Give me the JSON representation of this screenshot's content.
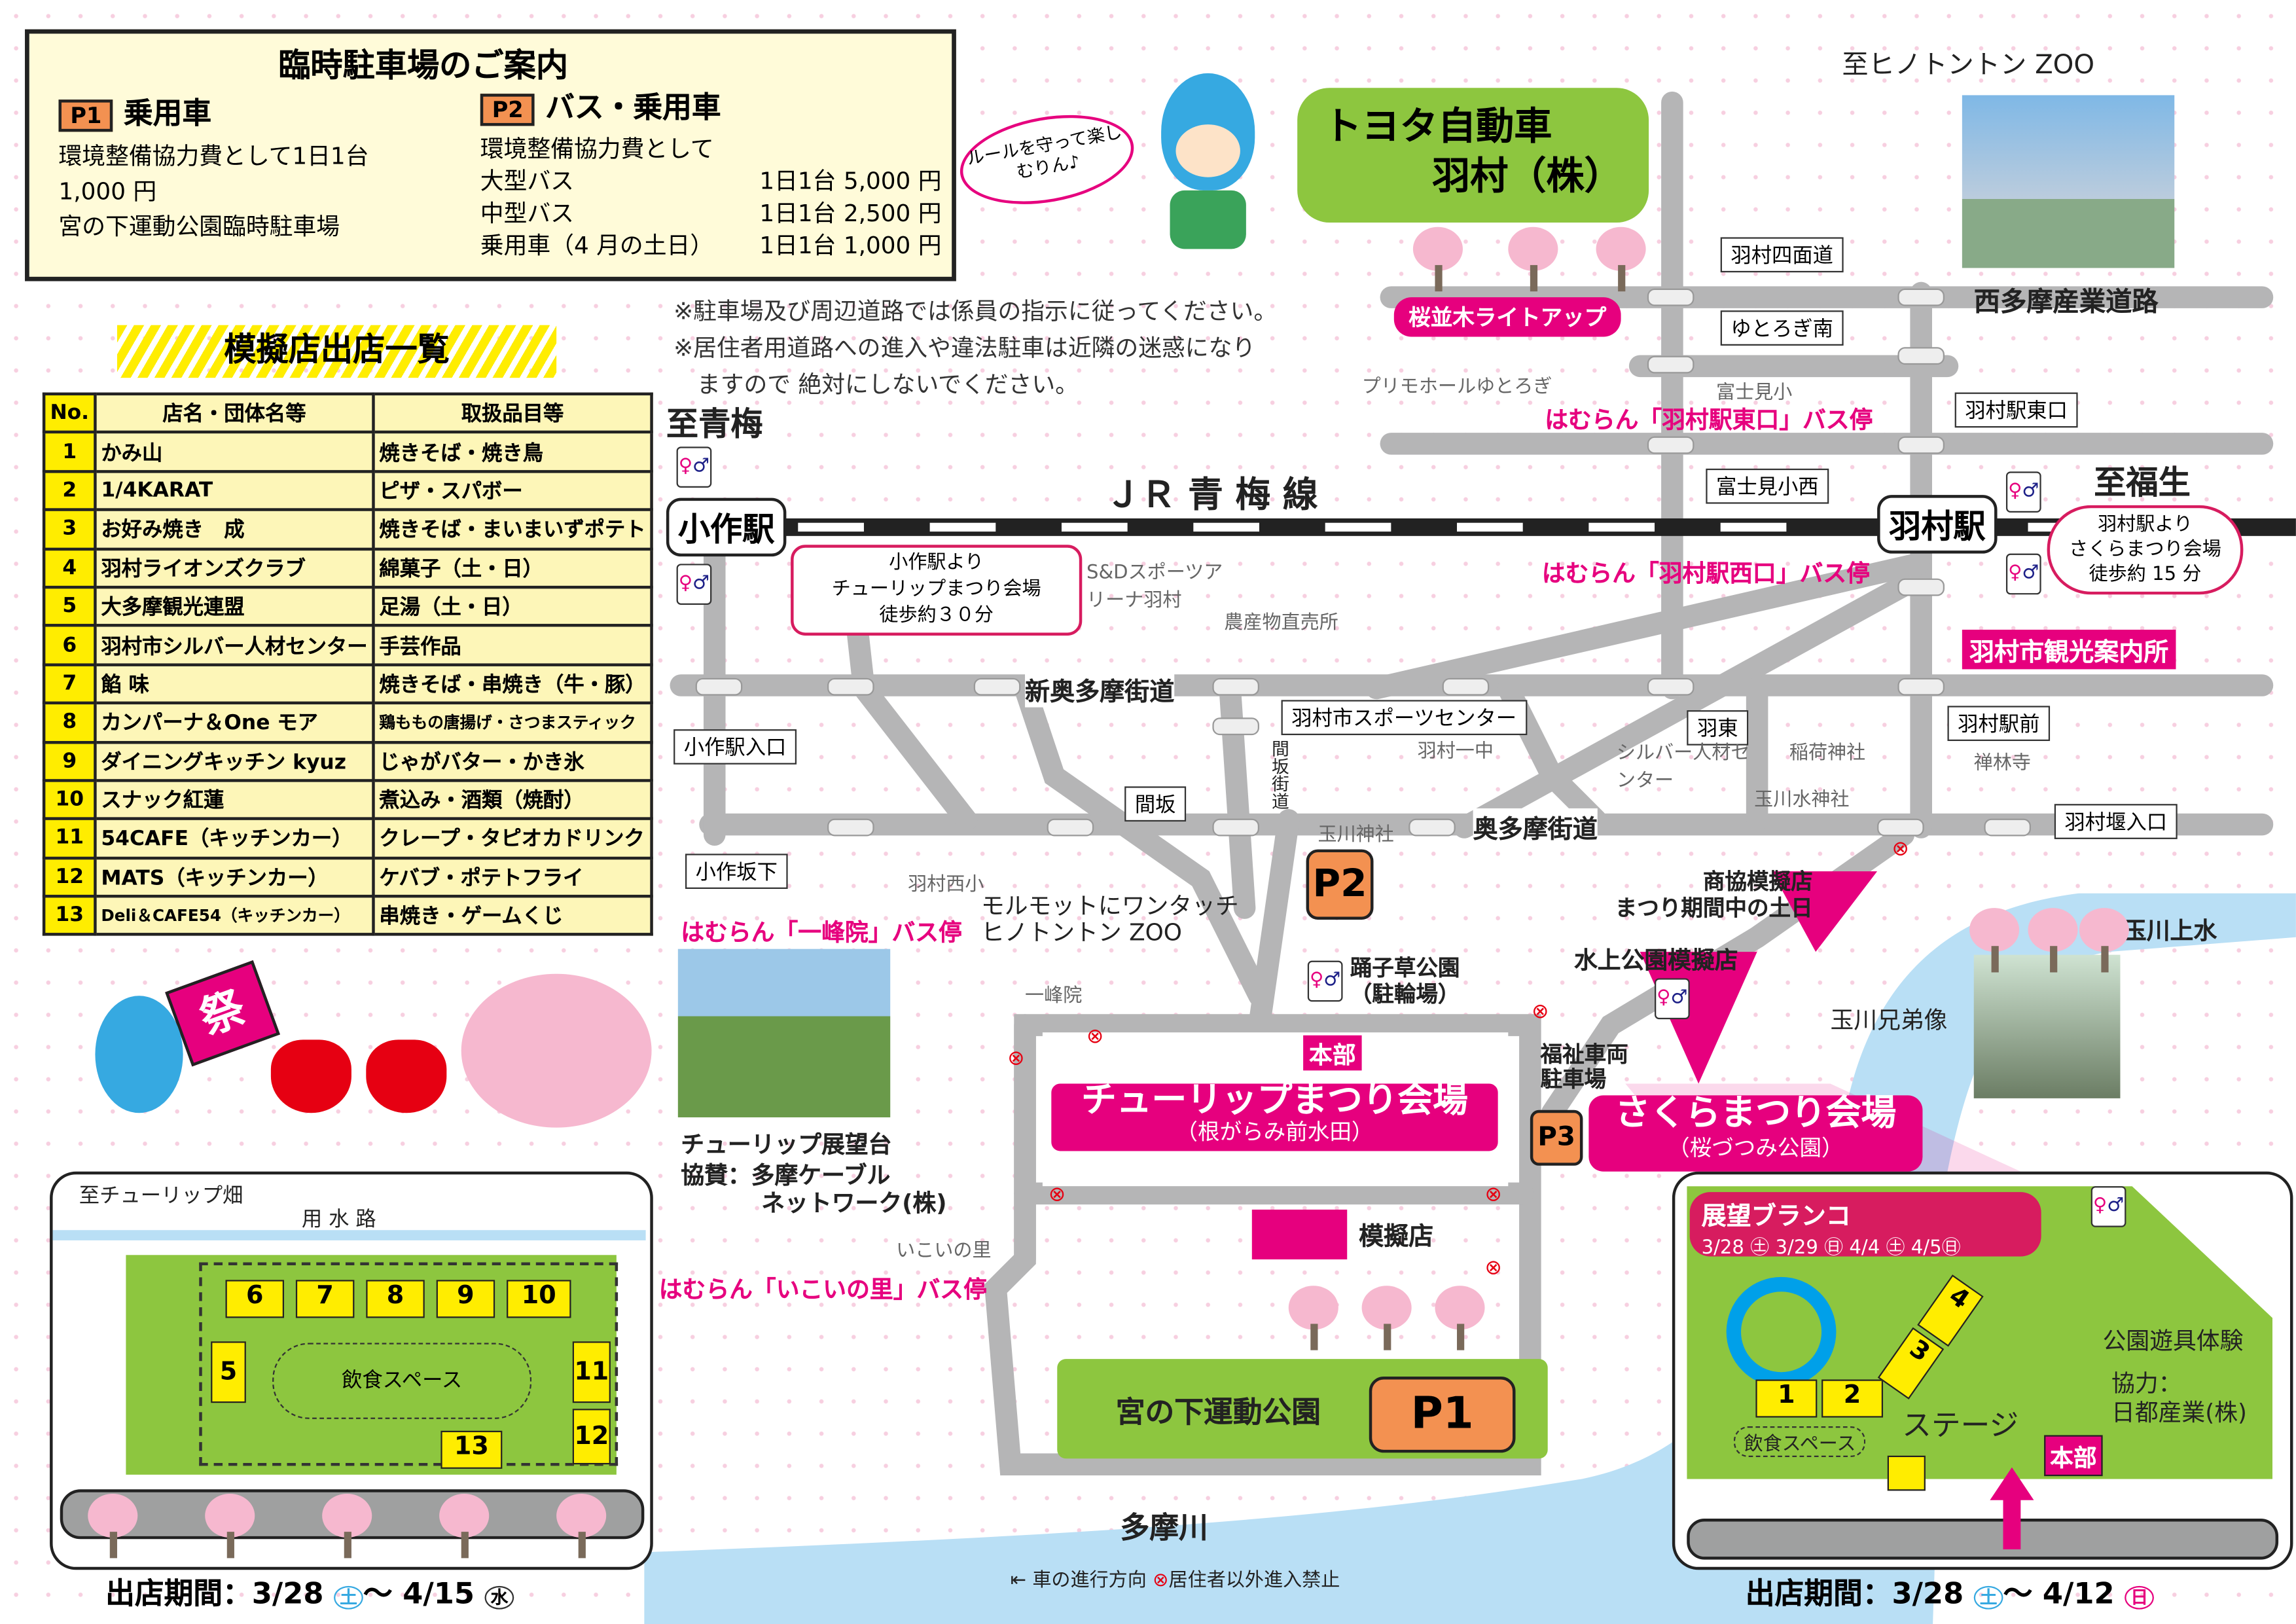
{
  "parking": {
    "title": "臨時駐車場のご案内",
    "p1": {
      "tag": "P1",
      "type": "乗用車",
      "line1": "環境整備協力費として1日1台",
      "line2": "1,000 円",
      "line3": "宮の下運動公園臨時駐車場"
    },
    "p2": {
      "tag": "P2",
      "type": "バス・乗用車",
      "line1": "環境整備協力費として",
      "rows": [
        {
          "label": "大型バス",
          "price": "1日1台 5,000 円"
        },
        {
          "label": "中型バス",
          "price": "1日1台 2,500 円"
        },
        {
          "label": "乗用車（4 月の土日）",
          "price": "1日1台 1,000 円"
        }
      ]
    }
  },
  "mascot_bubble": "ルールを守って楽しむりん♪",
  "notices": [
    "※駐車場及び周辺道路では係員の指示に従ってください。",
    "※居住者用道路への進入や違法駐車は近隣の迷惑になり",
    "　ますので 絶対にしないでください。"
  ],
  "shops": {
    "title": "模擬店出店一覧",
    "headers": [
      "No.",
      "店名・団体名等",
      "取扱品目等"
    ],
    "rows": [
      [
        "1",
        "かみ山",
        "焼きそば・焼き鳥"
      ],
      [
        "2",
        "1/4KARAT",
        "ピザ・スパボー"
      ],
      [
        "3",
        "お好み焼き　成",
        "焼きそば・まいまいずポテト"
      ],
      [
        "4",
        "羽村ライオンズクラブ",
        "綿菓子（土・日）"
      ],
      [
        "5",
        "大多摩観光連盟",
        "足湯（土・日）"
      ],
      [
        "6",
        "羽村市シルバー人材センター",
        "手芸作品"
      ],
      [
        "7",
        "餡 味",
        "焼きそば・串焼き（牛・豚）"
      ],
      [
        "8",
        "カンパーナ＆One モア",
        "鶏ももの唐揚げ・さつまスティック"
      ],
      [
        "9",
        "ダイニングキッチン kyuz",
        "じゃがバター・かき氷"
      ],
      [
        "10",
        "スナック紅蓮",
        "煮込み・酒類（焼酎）"
      ],
      [
        "11",
        "54CAFE（キッチンカー）",
        "クレープ・タピオカドリンク"
      ],
      [
        "12",
        "MATS（キッチンカー）",
        "ケバブ・ポテトフライ"
      ],
      [
        "13",
        "Deli＆CAFE54（キッチンカー）",
        "串焼き・ゲームくじ"
      ]
    ]
  },
  "festival_flag": "祭",
  "left_inset": {
    "to": "至チューリップ畑",
    "canal": "用 水 路",
    "booths": [
      "5",
      "6",
      "7",
      "8",
      "9",
      "10",
      "11",
      "12",
      "13"
    ],
    "dining": "飲食スペース",
    "period": "出店期間：3/28",
    "period_day1": "土",
    "period_end": "〜 4/15",
    "period_day2": "水"
  },
  "right_inset": {
    "swing_title": "展望ブランコ",
    "swing_dates": "3/28 ㊏ 3/29 ㊐ 4/4 ㊏ 4/5㊐",
    "booths": [
      "1",
      "2",
      "3",
      "4"
    ],
    "dining": "飲食スペース",
    "stage": "ステージ",
    "hq": "本部",
    "playground": "公園遊具体験",
    "coop1": "協力：",
    "coop2": "日都産業(株)",
    "period": "出店期間：3/28",
    "period_day1": "土",
    "period_end": "〜 4/12",
    "period_day2": "日"
  },
  "map": {
    "toyota": [
      "トヨタ自動車",
      "羽村（株）"
    ],
    "zoo_to": "至ヒノトントン ZOO",
    "sakura_light": "桜並木ライトアップ",
    "roads": {
      "nishitama": "西多摩産業道路",
      "shinokutama": "新奥多摩街道",
      "okutama": "奥多摩街道",
      "jr": "ＪＲ 青 梅 線",
      "mazaka": "間坂街道"
    },
    "to_ome": "至青梅",
    "to_fussa": "至福生",
    "stations": {
      "ozaku": "小作駅",
      "hamura": "羽村駅"
    },
    "ozaku_note": [
      "小作駅より",
      "チューリップまつり会場",
      "徒歩約３０分"
    ],
    "hamura_note": [
      "羽村駅より",
      "さくらまつり会場",
      "徒歩約 15 分"
    ],
    "boxes": [
      "羽村四面道",
      "ゆとろぎ南",
      "羽村駅東口",
      "富士見小西",
      "小作駅入口",
      "羽村市スポーツセンター",
      "羽東",
      "羽村駅前",
      "間坂",
      "小作坂下",
      "羽村堰入口"
    ],
    "gray": [
      "プリモホールゆとろぎ",
      "富士見小",
      "S&Dスポーツアリーナ羽村",
      "農産物直売所",
      "羽村一中",
      "シルバー人材センター",
      "稲荷神社",
      "禅林寺",
      "玉川水神社",
      "玉川神社",
      "羽村西小",
      "一峰院",
      "いこいの里"
    ],
    "bus": [
      "はむらん「羽村駅東口」バス停",
      "はむらん「羽村駅西口」バス停",
      "はむらん「一峰院」バス停",
      "はむらん「いこいの里」バス停"
    ],
    "tourist_info": "羽村市観光案内所",
    "marmot": [
      "モルモットにワンタッチ",
      "ヒノトントン ZOO"
    ],
    "tulip_view": "チューリップ展望台",
    "sponsor": [
      "協賛：多摩ケーブル",
      "ネットワーク(株)"
    ],
    "p2": "P2",
    "p3": "P3",
    "p1": "P1",
    "odoriko": [
      "踊子草公園",
      "（駐輪場）"
    ],
    "hq": "本部",
    "tulip_venue": [
      "チューリップまつり会場",
      "（根がらみ前水田）"
    ],
    "sakura_venue": [
      "さくらまつり会場",
      "（桜づつみ公園）"
    ],
    "mogi": "模擬店",
    "welfare": [
      "福祉車両",
      "駐車場"
    ],
    "shokyo": [
      "商協模擬店",
      "まつり期間中の土日"
    ],
    "suijo": "水上公園模擬店",
    "tamagawa_josui": "玉川上水",
    "brothers": "玉川兄弟像",
    "miyanoshita": "宮の下運動公園",
    "tamagawa": "多摩川",
    "legend": {
      "direction": "車の進行方向",
      "no_entry": "居住者以外進入禁止"
    }
  },
  "colors": {
    "pink": "#e6007e",
    "green": "#8dc63f",
    "yellow": "#ffed00",
    "orange": "#f39151",
    "road": "#b5b5b6",
    "river": "#b9dff5"
  }
}
